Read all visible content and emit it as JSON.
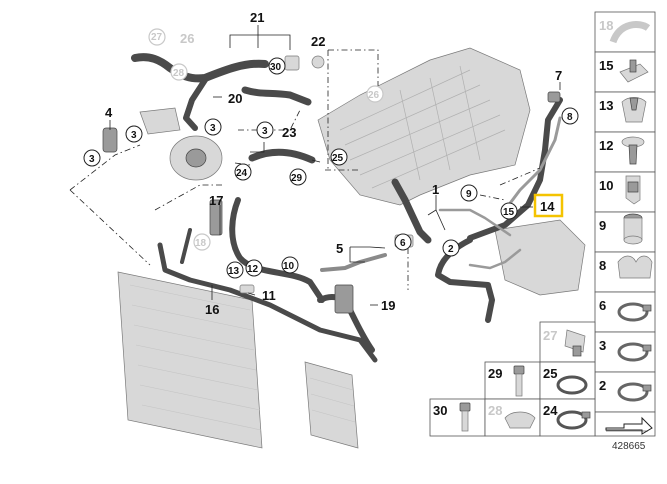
{
  "document_number": "428665",
  "callouts": {
    "c1": "1",
    "c2": "2",
    "c3a": "3",
    "c3b": "3",
    "c3c": "3",
    "c4": "4",
    "c5": "5",
    "c6": "6",
    "c7": "7",
    "c8": "8",
    "c9": "9",
    "c10": "10",
    "c11": "11",
    "c12": "12",
    "c13": "13",
    "c14": "14",
    "c15": "15",
    "c16": "16",
    "c17": "17",
    "c18": "18",
    "c19": "19",
    "c20": "20",
    "c21": "21",
    "c22": "22",
    "c23": "23",
    "c24": "24",
    "c25": "25",
    "c26": "26",
    "c27": "27",
    "c28": "28",
    "c29": "29",
    "c30": "30"
  },
  "highlighted_part": "14",
  "legend": {
    "right_column": [
      "18",
      "15",
      "13",
      "12",
      "10",
      "9",
      "8",
      "6",
      "3",
      "2"
    ],
    "row_27": [
      "27"
    ],
    "row_29": [
      "29",
      "25"
    ],
    "row_30": [
      "30",
      "28",
      "24"
    ]
  },
  "colors": {
    "highlight": "#f4c300",
    "hose": "#4a4a4a",
    "ghost_label": "#c8c8c8"
  }
}
